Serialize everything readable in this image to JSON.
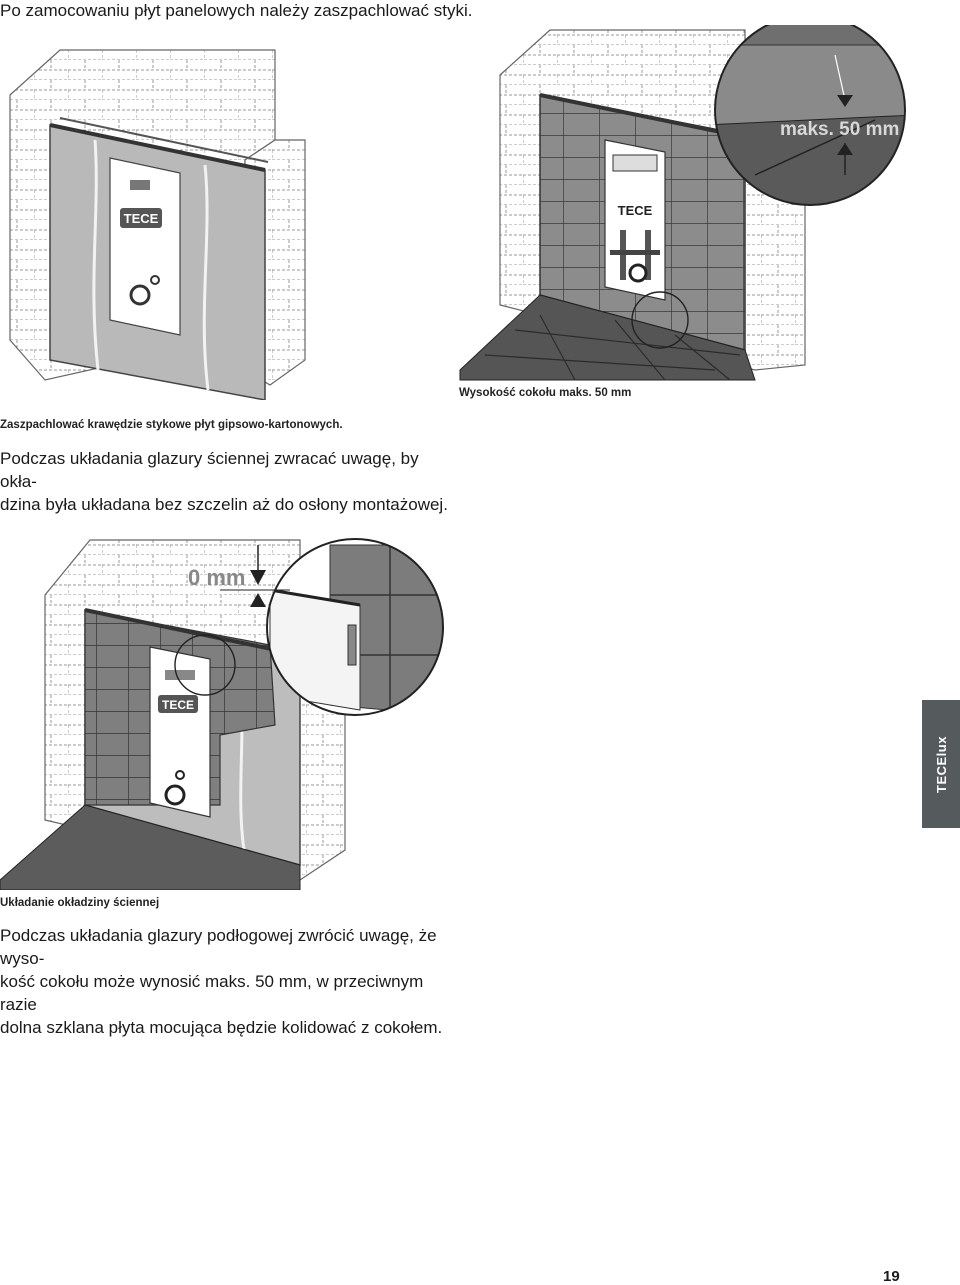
{
  "intro_text": "Po zamocowaniu płyt panelowych należy zaszpachlować styki.",
  "figure1": {
    "logo": "TECE",
    "caption": "Zaszpachlować krawędzie stykowe płyt gipsowo-kartonowych."
  },
  "figure2": {
    "logo": "TECE",
    "zoom_label": "maks. 50 mm",
    "caption": "Wysokość cokołu maks. 50 mm"
  },
  "paragraph1": [
    "Podczas układania glazury ściennej zwracać uwagę, by okła-",
    "dzina była układana bez szczelin aż do osłony montażowej."
  ],
  "figure3": {
    "logo": "TECE",
    "zoom_label": "0 mm",
    "caption": "Układanie okładziny ściennej"
  },
  "paragraph2": [
    "Podczas układania glazury podłogowej zwrócić uwagę, że wyso-",
    "kość cokołu może wynosić maks. 50 mm, w przeciwnym razie",
    "dolna szklana płyta mocująca będzie kolidować z cokołem."
  ],
  "side_tab": "TECElux",
  "page_number": "19"
}
